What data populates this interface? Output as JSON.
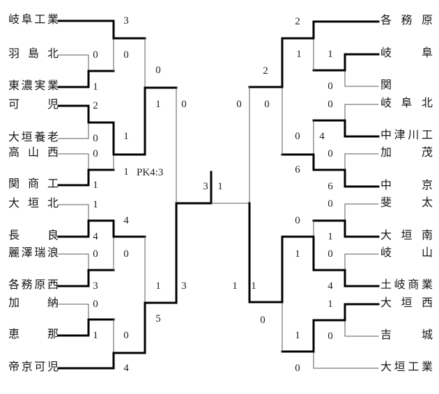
{
  "final": {
    "left_score": "3",
    "right_score": "1"
  },
  "pk_note": "PK4:3",
  "left": {
    "team_names": [
      "岐阜工業",
      "羽島北",
      "東濃実業",
      "可児",
      "大垣養老",
      "高山西",
      "関商工",
      "大垣北",
      "長良",
      "麗澤瑞浪",
      "各務原西",
      "加納",
      "恵那",
      "帝京可児"
    ],
    "round1_scores": [
      "0",
      "1",
      "2",
      "0",
      "0",
      "1",
      "1",
      "4",
      "0",
      "3",
      "0",
      "1"
    ],
    "round2_scores": [
      "3",
      "0",
      "1",
      "1",
      "4",
      "0",
      "0",
      "4"
    ],
    "quarterfinal_scores": [
      "0",
      "1",
      "1",
      "5"
    ],
    "semifinal_scores": [
      "0",
      "3"
    ]
  },
  "right": {
    "team_names": [
      "各務原",
      "岐阜",
      "関",
      "岐阜北",
      "中津川工",
      "加茂",
      "中京",
      "斐太",
      "大垣南",
      "岐山",
      "土岐商業",
      "大垣西",
      "吉城",
      "大垣工業"
    ],
    "round1_scores": [
      "1",
      "0",
      "0",
      "4",
      "0",
      "6",
      "0",
      "1",
      "0",
      "4",
      "1",
      "0"
    ],
    "round2_scores": [
      "2",
      "1",
      "0",
      "6",
      "0",
      "1",
      "1",
      "0"
    ],
    "quarterfinal_scores": [
      "2",
      "0",
      "1",
      "0"
    ],
    "semifinal_scores": [
      "0",
      "1"
    ]
  }
}
